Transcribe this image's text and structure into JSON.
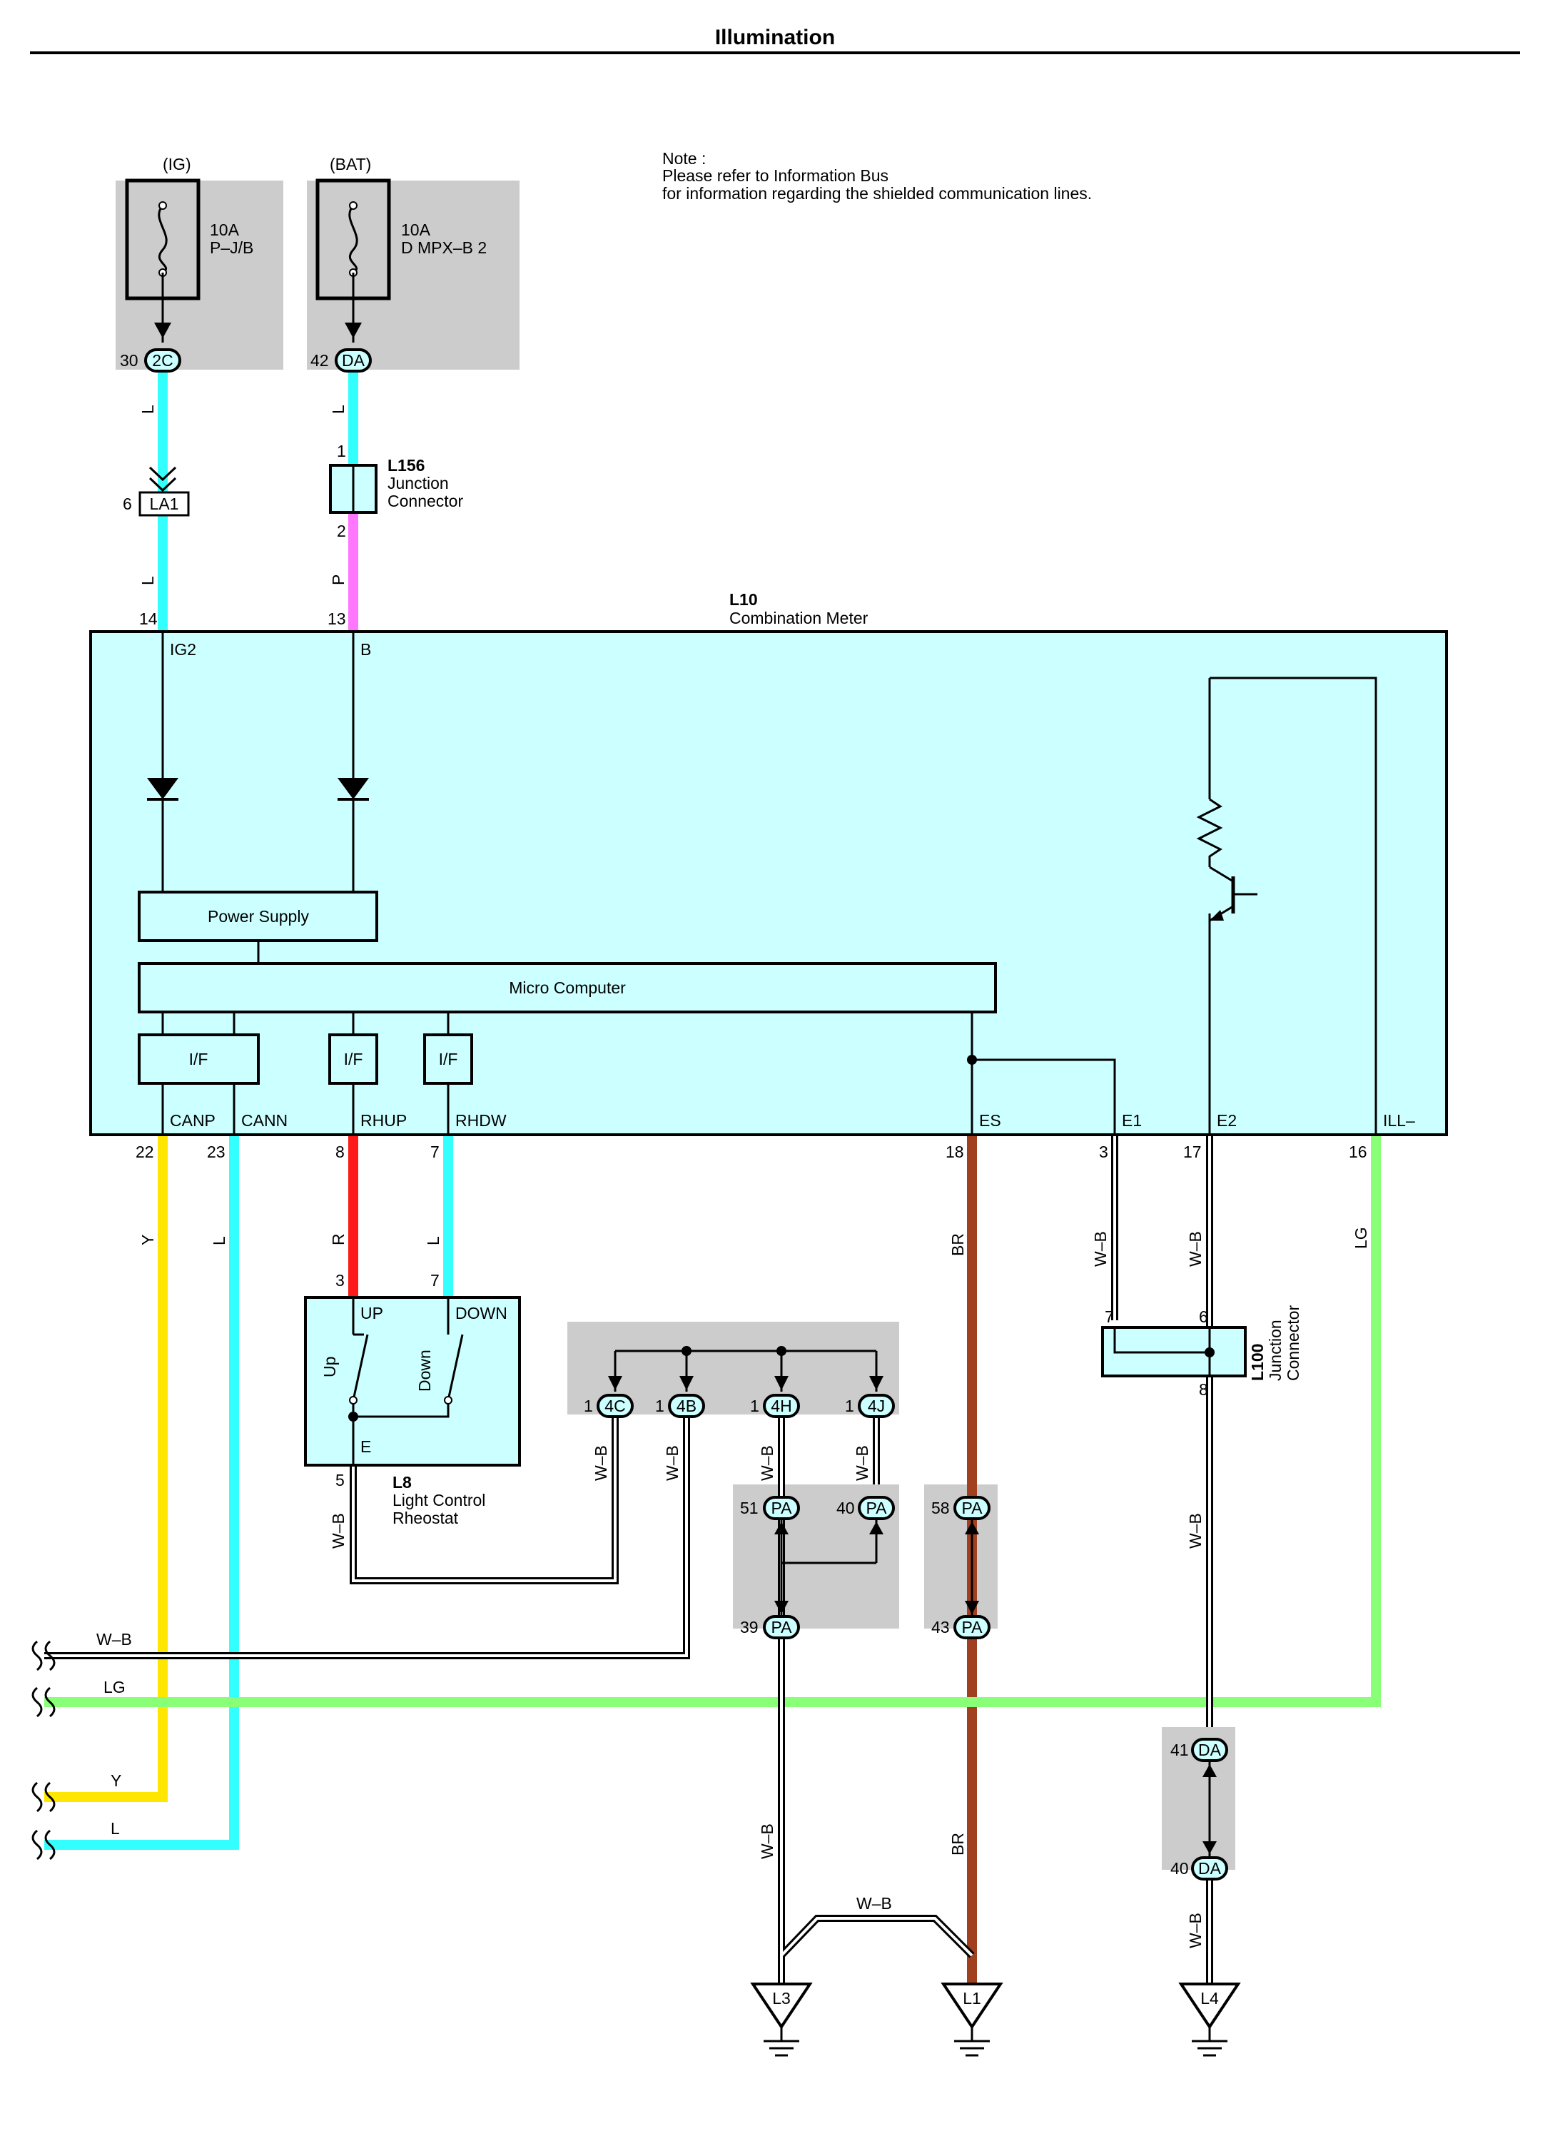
{
  "title": "Illumination",
  "note": {
    "line1": "Note :",
    "line2": "Please refer to Information Bus",
    "line3": "for information regarding the shielded communication lines."
  },
  "fuses": [
    {
      "source": "(IG)",
      "rating": "10A",
      "name": "P–J/B",
      "pin": "30",
      "connector": "2C"
    },
    {
      "source": "(BAT)",
      "rating": "10A",
      "name": "D MPX–B 2",
      "pin": "42",
      "connector": "DA"
    }
  ],
  "connector_la1": {
    "pin": "6",
    "name": "LA1"
  },
  "junction_l156": {
    "id": "L156",
    "line1": "Junction",
    "line2": "Connector",
    "pin_top": "1",
    "pin_bottom": "2"
  },
  "combination_meter": {
    "id": "L10",
    "name": "Combination Meter",
    "pins_top": [
      {
        "num": "14",
        "label": "IG2"
      },
      {
        "num": "13",
        "label": "B"
      }
    ],
    "power_supply": "Power Supply",
    "micro_computer": "Micro Computer",
    "if_label": "I/F",
    "pins_bottom": [
      {
        "num": "22",
        "label": "CANP"
      },
      {
        "num": "23",
        "label": "CANN"
      },
      {
        "num": "8",
        "label": "RHUP"
      },
      {
        "num": "7",
        "label": "RHDW"
      },
      {
        "num": "18",
        "label": "ES"
      },
      {
        "num": "3",
        "label": "E1"
      },
      {
        "num": "17",
        "label": "E2"
      },
      {
        "num": "16",
        "label": "ILL–"
      }
    ]
  },
  "rheostat": {
    "id": "L8",
    "line1": "Light Control",
    "line2": "Rheostat",
    "up": "UP",
    "down": "DOWN",
    "up_sw": "Up",
    "down_sw": "Down",
    "e": "E",
    "pin_up": "3",
    "pin_down": "7",
    "pin_e": "5"
  },
  "junction_l100": {
    "id": "L100",
    "line1": "Junction",
    "line2": "Connector",
    "pin_a": "7",
    "pin_b": "6",
    "pin_c": "8"
  },
  "splice_connectors": [
    {
      "pin": "1",
      "name": "4C"
    },
    {
      "pin": "1",
      "name": "4B"
    },
    {
      "pin": "1",
      "name": "4H"
    },
    {
      "pin": "1",
      "name": "4J"
    }
  ],
  "pa_connectors": [
    {
      "pin": "51",
      "name": "PA"
    },
    {
      "pin": "40",
      "name": "PA"
    },
    {
      "pin": "39",
      "name": "PA"
    },
    {
      "pin": "58",
      "name": "PA"
    },
    {
      "pin": "43",
      "name": "PA"
    }
  ],
  "da_connectors": [
    {
      "pin": "41",
      "name": "DA"
    },
    {
      "pin": "40",
      "name": "DA"
    }
  ],
  "grounds": [
    "L3",
    "L1",
    "L4"
  ],
  "wire_labels": {
    "L": "L",
    "P": "P",
    "Y": "Y",
    "R": "R",
    "BR": "BR",
    "WB": "W–B",
    "LG": "LG"
  },
  "wire_colors": {
    "L": "#33ffff",
    "P": "#ff77ff",
    "Y": "#ffe600",
    "R": "#ff1a1a",
    "BR": "#a0401f",
    "LG": "#88ff77"
  }
}
